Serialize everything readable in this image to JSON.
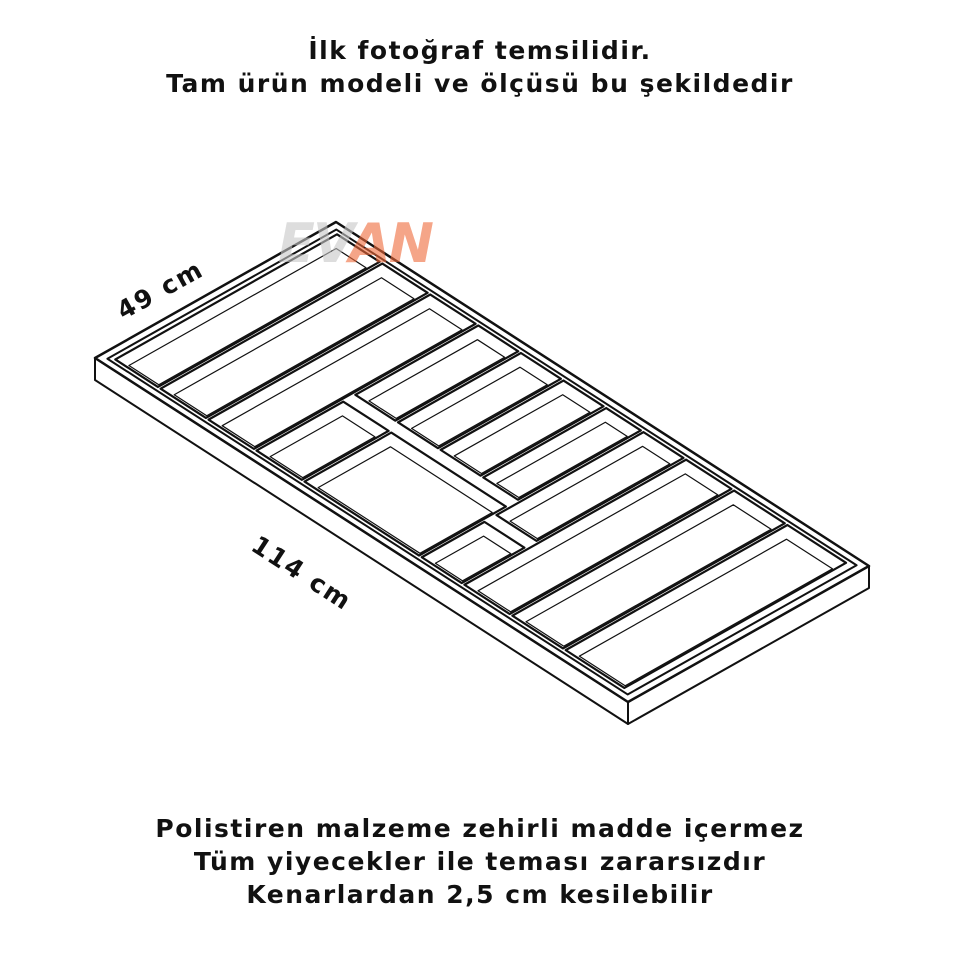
{
  "header": {
    "line1": "İlk fotoğraf temsilidir.",
    "line2": "Tam ürün modeli ve ölçüsü bu şekildedir"
  },
  "watermark": {
    "part1": "EV",
    "part2": "AN",
    "color1": "#c8c8c8",
    "color2": "#f06a3a"
  },
  "dimensions": {
    "width": "49 cm",
    "length": "114 cm"
  },
  "footer": {
    "line1": "Polistiren malzeme zehirli madde içermez",
    "line2": "Tüm yiyecekler ile teması zararsızdır",
    "line3": "Kenarlardan 2,5 cm kesilebilir"
  }
}
